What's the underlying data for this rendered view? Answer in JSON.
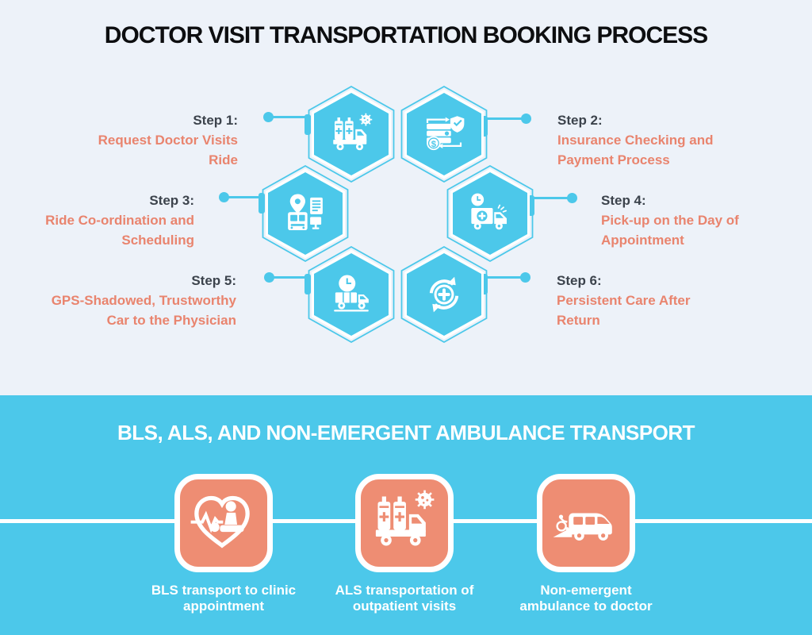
{
  "header": {
    "title": "DOCTOR VISIT TRANSPORTATION BOOKING PROCESS"
  },
  "steps": [
    {
      "label": "Step 1:",
      "lines": [
        "Request Doctor Visits",
        "Ride"
      ],
      "icon": "supply-truck-icon"
    },
    {
      "label": "Step 2:",
      "lines": [
        "Insurance Checking and",
        "Payment Process"
      ],
      "icon": "insurance-payment-icon"
    },
    {
      "label": "Step 3:",
      "lines": [
        "Ride Co-ordination and",
        "Scheduling"
      ],
      "icon": "ride-coordination-icon"
    },
    {
      "label": "Step 4:",
      "lines": [
        "Pick-up on the Day of",
        "Appointment"
      ],
      "icon": "ambulance-pickup-icon"
    },
    {
      "label": "Step 5:",
      "lines": [
        "GPS-Shadowed, Trustworthy",
        "Car to the Physician"
      ],
      "icon": "gps-truck-clock-icon"
    },
    {
      "label": "Step 6:",
      "lines": [
        "Persistent Care After",
        "Return"
      ],
      "icon": "persistent-care-icon"
    }
  ],
  "ambulance_section": {
    "title": "BLS, ALS, AND NON-EMERGENT AMBULANCE TRANSPORT",
    "items": [
      {
        "lines": [
          "BLS transport to clinic",
          "appointment"
        ],
        "icon": "cpr-heart-icon"
      },
      {
        "lines": [
          "ALS transportation of",
          "outpatient visits"
        ],
        "icon": "als-truck-icon"
      },
      {
        "lines": [
          "Non-emergent",
          "ambulance to doctor"
        ],
        "icon": "wheelchair-van-icon"
      }
    ]
  },
  "colors": {
    "background_light": "#edf2f9",
    "cyan": "#4cc8ea",
    "coral_text": "#e9846e",
    "dark_text": "#3c434c",
    "salmon_card": "#ee8d73",
    "white": "#ffffff"
  }
}
